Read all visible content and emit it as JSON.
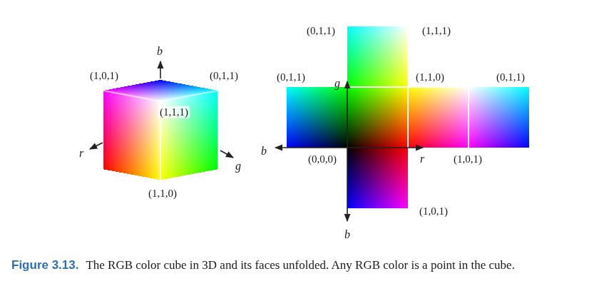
{
  "diagram": {
    "caption": "Figure 3.13. The RGB color cube in 3D and its faces unfolded. Any RGB color is a point in the cube.",
    "labels": [
      "b",
      "(1,0,1)",
      "(0,1,1)",
      "(1,1,1)",
      "r",
      "g",
      "(1,1,0)",
      "(0,1,1)",
      "(1,1,1)",
      "(0,1,1)",
      "g",
      "(1,1,0)",
      "(0,1,1)",
      "b",
      "(0,0,0)",
      "r",
      "(1,0,1)",
      "(1,0,1)",
      "b"
    ]
  }
}
